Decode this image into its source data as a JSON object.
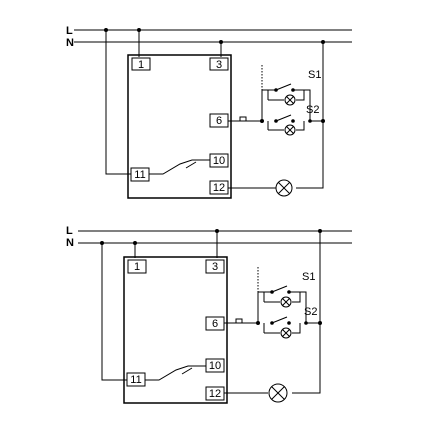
{
  "diagrams": [
    {
      "line_label": "L",
      "neutral_label": "N",
      "terminals": [
        "1",
        "3",
        "6",
        "10",
        "11",
        "12"
      ],
      "switches": [
        "S1",
        "S2"
      ]
    },
    {
      "line_label": "L",
      "neutral_label": "N",
      "terminals": [
        "1",
        "3",
        "6",
        "10",
        "11",
        "12"
      ],
      "switches": [
        "S1",
        "S2"
      ]
    }
  ]
}
